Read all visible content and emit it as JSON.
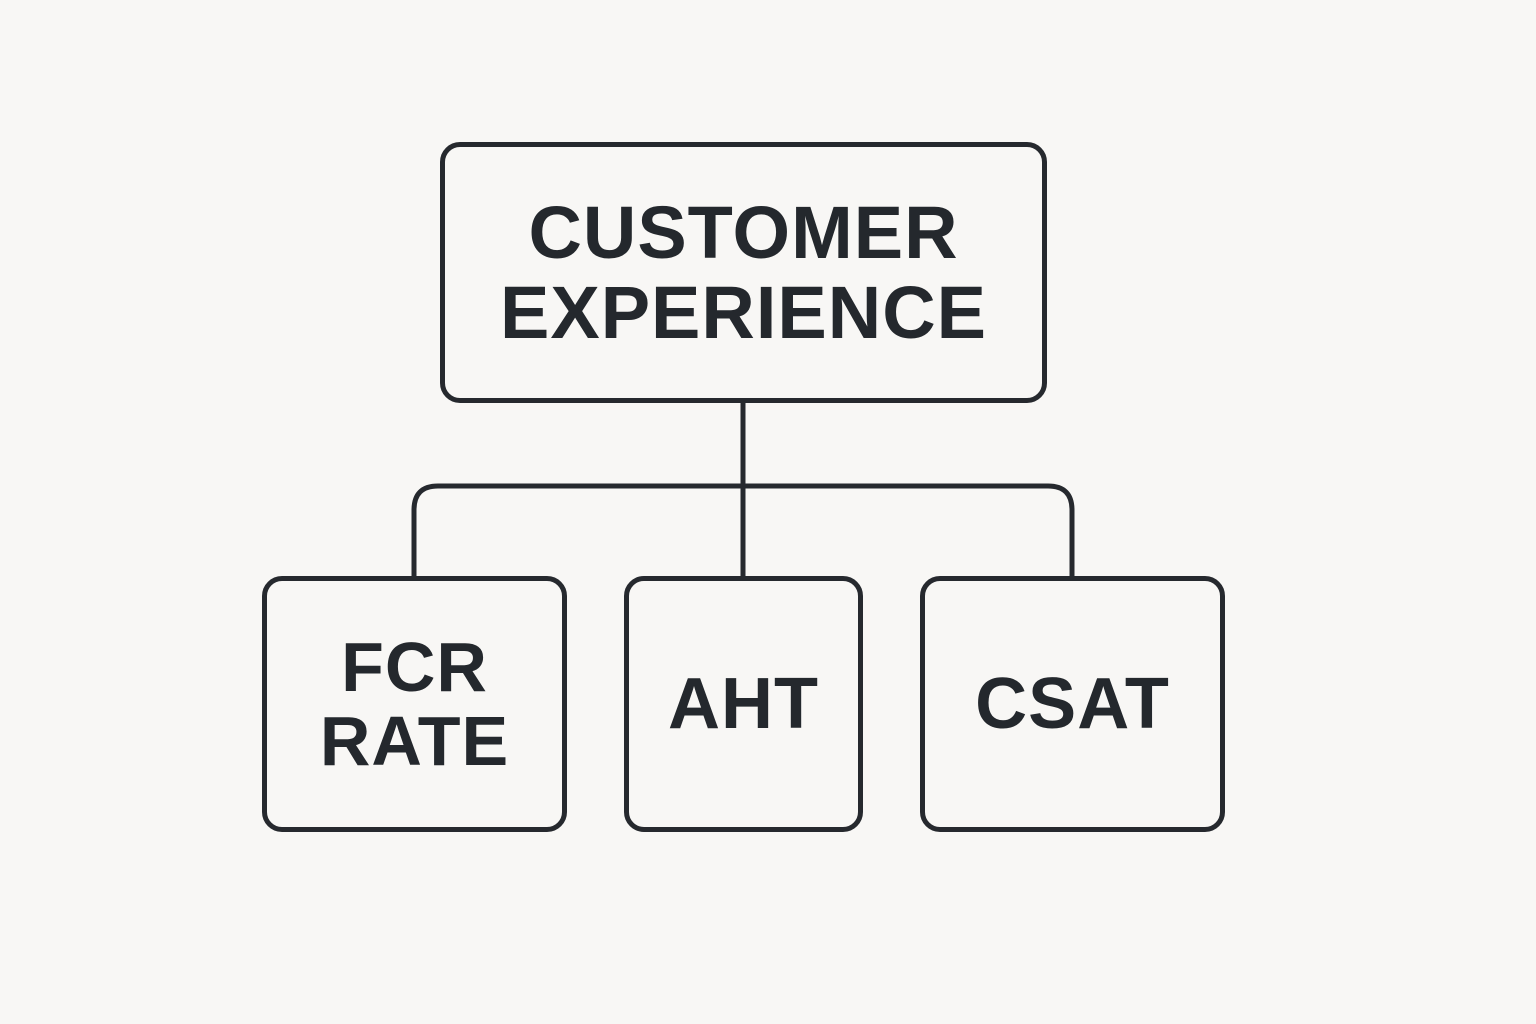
{
  "root": {
    "line1": "CUSTOMER",
    "line2": "EXPERIENCE"
  },
  "children": [
    {
      "line1": "FCR",
      "line2": "RATE"
    },
    {
      "line1": "AHT"
    },
    {
      "line1": "CSAT"
    }
  ],
  "colors": {
    "background": "#f8f7f5",
    "stroke": "#26292e",
    "text": "#24282d"
  }
}
